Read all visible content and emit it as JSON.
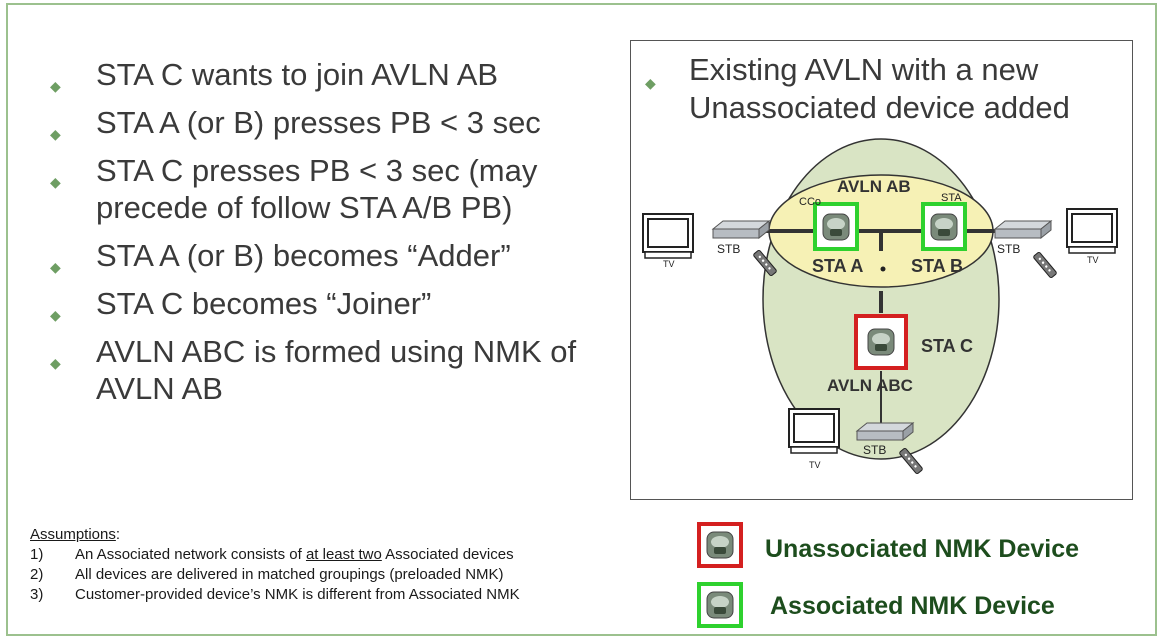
{
  "bullets": [
    "STA C wants to join AVLN AB",
    "STA A (or B) presses PB < 3 sec",
    "STA C presses PB < 3 sec (may precede of follow STA A/B PB)",
    "STA A (or B) becomes “Adder”",
    "STA C becomes “Joiner”",
    "AVLN ABC is formed using NMK of AVLN AB"
  ],
  "diagram": {
    "title": "Existing AVLN with a new Unassociated device added",
    "labels": {
      "avln_ab": "AVLN AB",
      "avln_abc": "AVLN ABC",
      "cco": "CCo",
      "sta_small": "STA",
      "sta_a": "STA A",
      "sta_b": "STA B",
      "sta_c": "STA C",
      "stb": "STB",
      "tv": "TV"
    }
  },
  "assumptions": {
    "heading": "Assumptions",
    "heading_suffix": ":",
    "items": [
      {
        "num": "1)",
        "pre": "An Associated network consists of ",
        "u": "at least two",
        "post": " Associated devices"
      },
      {
        "num": "2)",
        "text": "All devices are delivered in matched groupings (preloaded NMK)"
      },
      {
        "num": "3)",
        "text": "Customer-provided device’s NMK is different from Associated NMK"
      }
    ]
  },
  "legend": {
    "unassociated": "Unassociated NMK Device",
    "associated": "Associated NMK Device"
  },
  "colors": {
    "unassociated_border": "#d42020",
    "associated_border": "#2ed12e",
    "ellipse_fill": "#d9e4c4",
    "inner_ellipse_fill": "#f6f1b5",
    "bullet_marker": "#6e9e63",
    "frame": "#9cc18e"
  }
}
